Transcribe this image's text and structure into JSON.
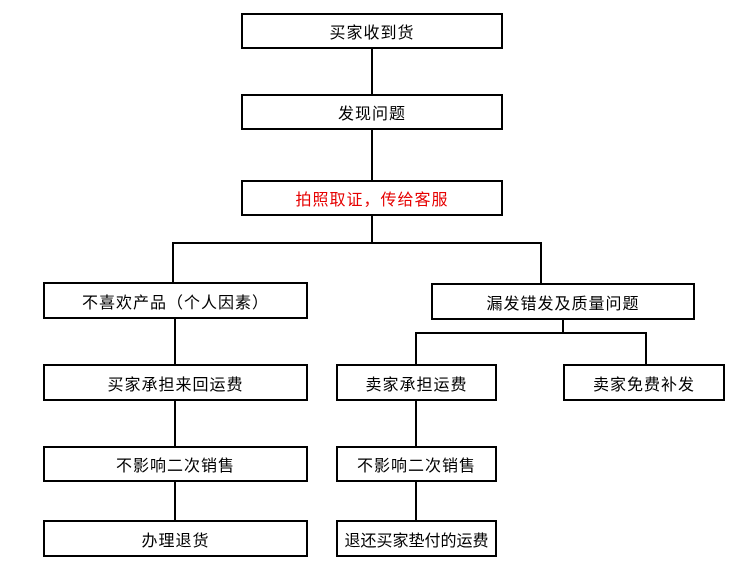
{
  "colors": {
    "background": "#ffffff",
    "box_border": "#000000",
    "text": "#000000",
    "accent_red": "#e60000",
    "connector": "#000000"
  },
  "flowchart": {
    "nodes": [
      {
        "id": "buyer-received-goods",
        "label": "买家收到货"
      },
      {
        "id": "problem-found",
        "label": "发现问题"
      },
      {
        "id": "photo-evidence",
        "label": "拍照取证，传给客服",
        "text_color": "#e60000"
      },
      {
        "id": "dislike-personal-reason",
        "label": "不喜欢产品（个人因素）"
      },
      {
        "id": "missing-wrong-quality",
        "label": "漏发错发及质量问题"
      },
      {
        "id": "buyer-pays-roundtrip",
        "label": "买家承担来回运费"
      },
      {
        "id": "seller-pays-shipping",
        "label": "卖家承担运费"
      },
      {
        "id": "seller-free-reship",
        "label": "卖家免费补发"
      },
      {
        "id": "no-impact-resale-left",
        "label": "不影响二次销售"
      },
      {
        "id": "no-impact-resale-middle",
        "label": "不影响二次销售"
      },
      {
        "id": "process-return",
        "label": "办理退货"
      },
      {
        "id": "refund-advanced-shipping",
        "label": "退还买家垫付的运费"
      }
    ]
  }
}
